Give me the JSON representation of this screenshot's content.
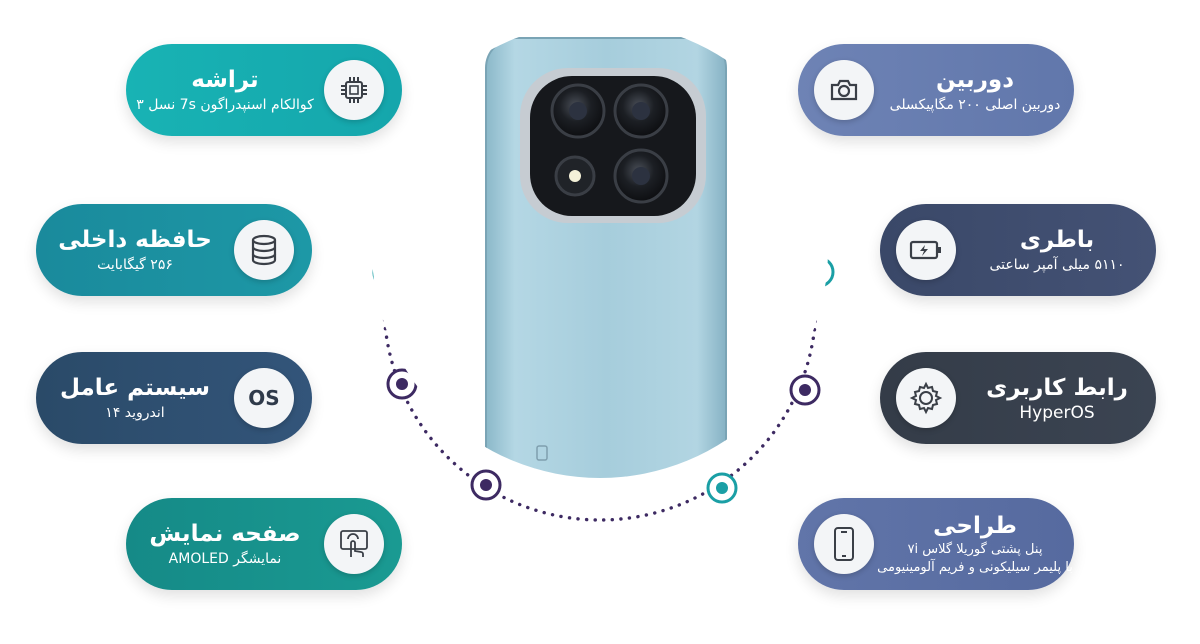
{
  "colors": {
    "teal_light": "#1aa9ac",
    "teal_mid": "#178a98",
    "teal_dark": "#2f4f6b",
    "slate_blue": "#6c80b3",
    "slate_dark": "#3d4a6a",
    "charcoal": "#373f4c",
    "indigo": "#5c6aa0",
    "dot_purple": "#3d2a62",
    "dot_teal": "#1a9fa5",
    "phone_body": "#9fc6d6"
  },
  "features_left": [
    {
      "title": "تراشه",
      "subtitle": "کوالکام اسنپدراگون 7s نسل ۳",
      "icon": "chip-icon"
    },
    {
      "title": "حافظه داخلی",
      "subtitle": "۲۵۶ گیگابایت",
      "icon": "database-icon"
    },
    {
      "title": "سیستم عامل",
      "subtitle": "اندروید ۱۴",
      "icon": "os-icon",
      "icon_text": "OS"
    },
    {
      "title": "صفحه نمایش",
      "subtitle": "نمایشگر AMOLED",
      "icon": "touchscreen-icon"
    }
  ],
  "features_right": [
    {
      "title": "دوربین",
      "subtitle": "دوربین اصلی ۲۰۰ مگاپیکسلی",
      "icon": "camera-icon"
    },
    {
      "title": "باطری",
      "subtitle": "۵۱۱۰ میلی آمپر ساعتی",
      "icon": "battery-icon"
    },
    {
      "title": "رابط کاربری",
      "subtitle": "HyperOS",
      "icon": "gear-icon"
    },
    {
      "title": "طراحی",
      "subtitle": "پنل پشتی گوریلا گلاس ۷i",
      "subtitle2": "با پلیمر سیلیکونی و فریم آلومینیومی",
      "icon": "smartphone-icon"
    }
  ]
}
